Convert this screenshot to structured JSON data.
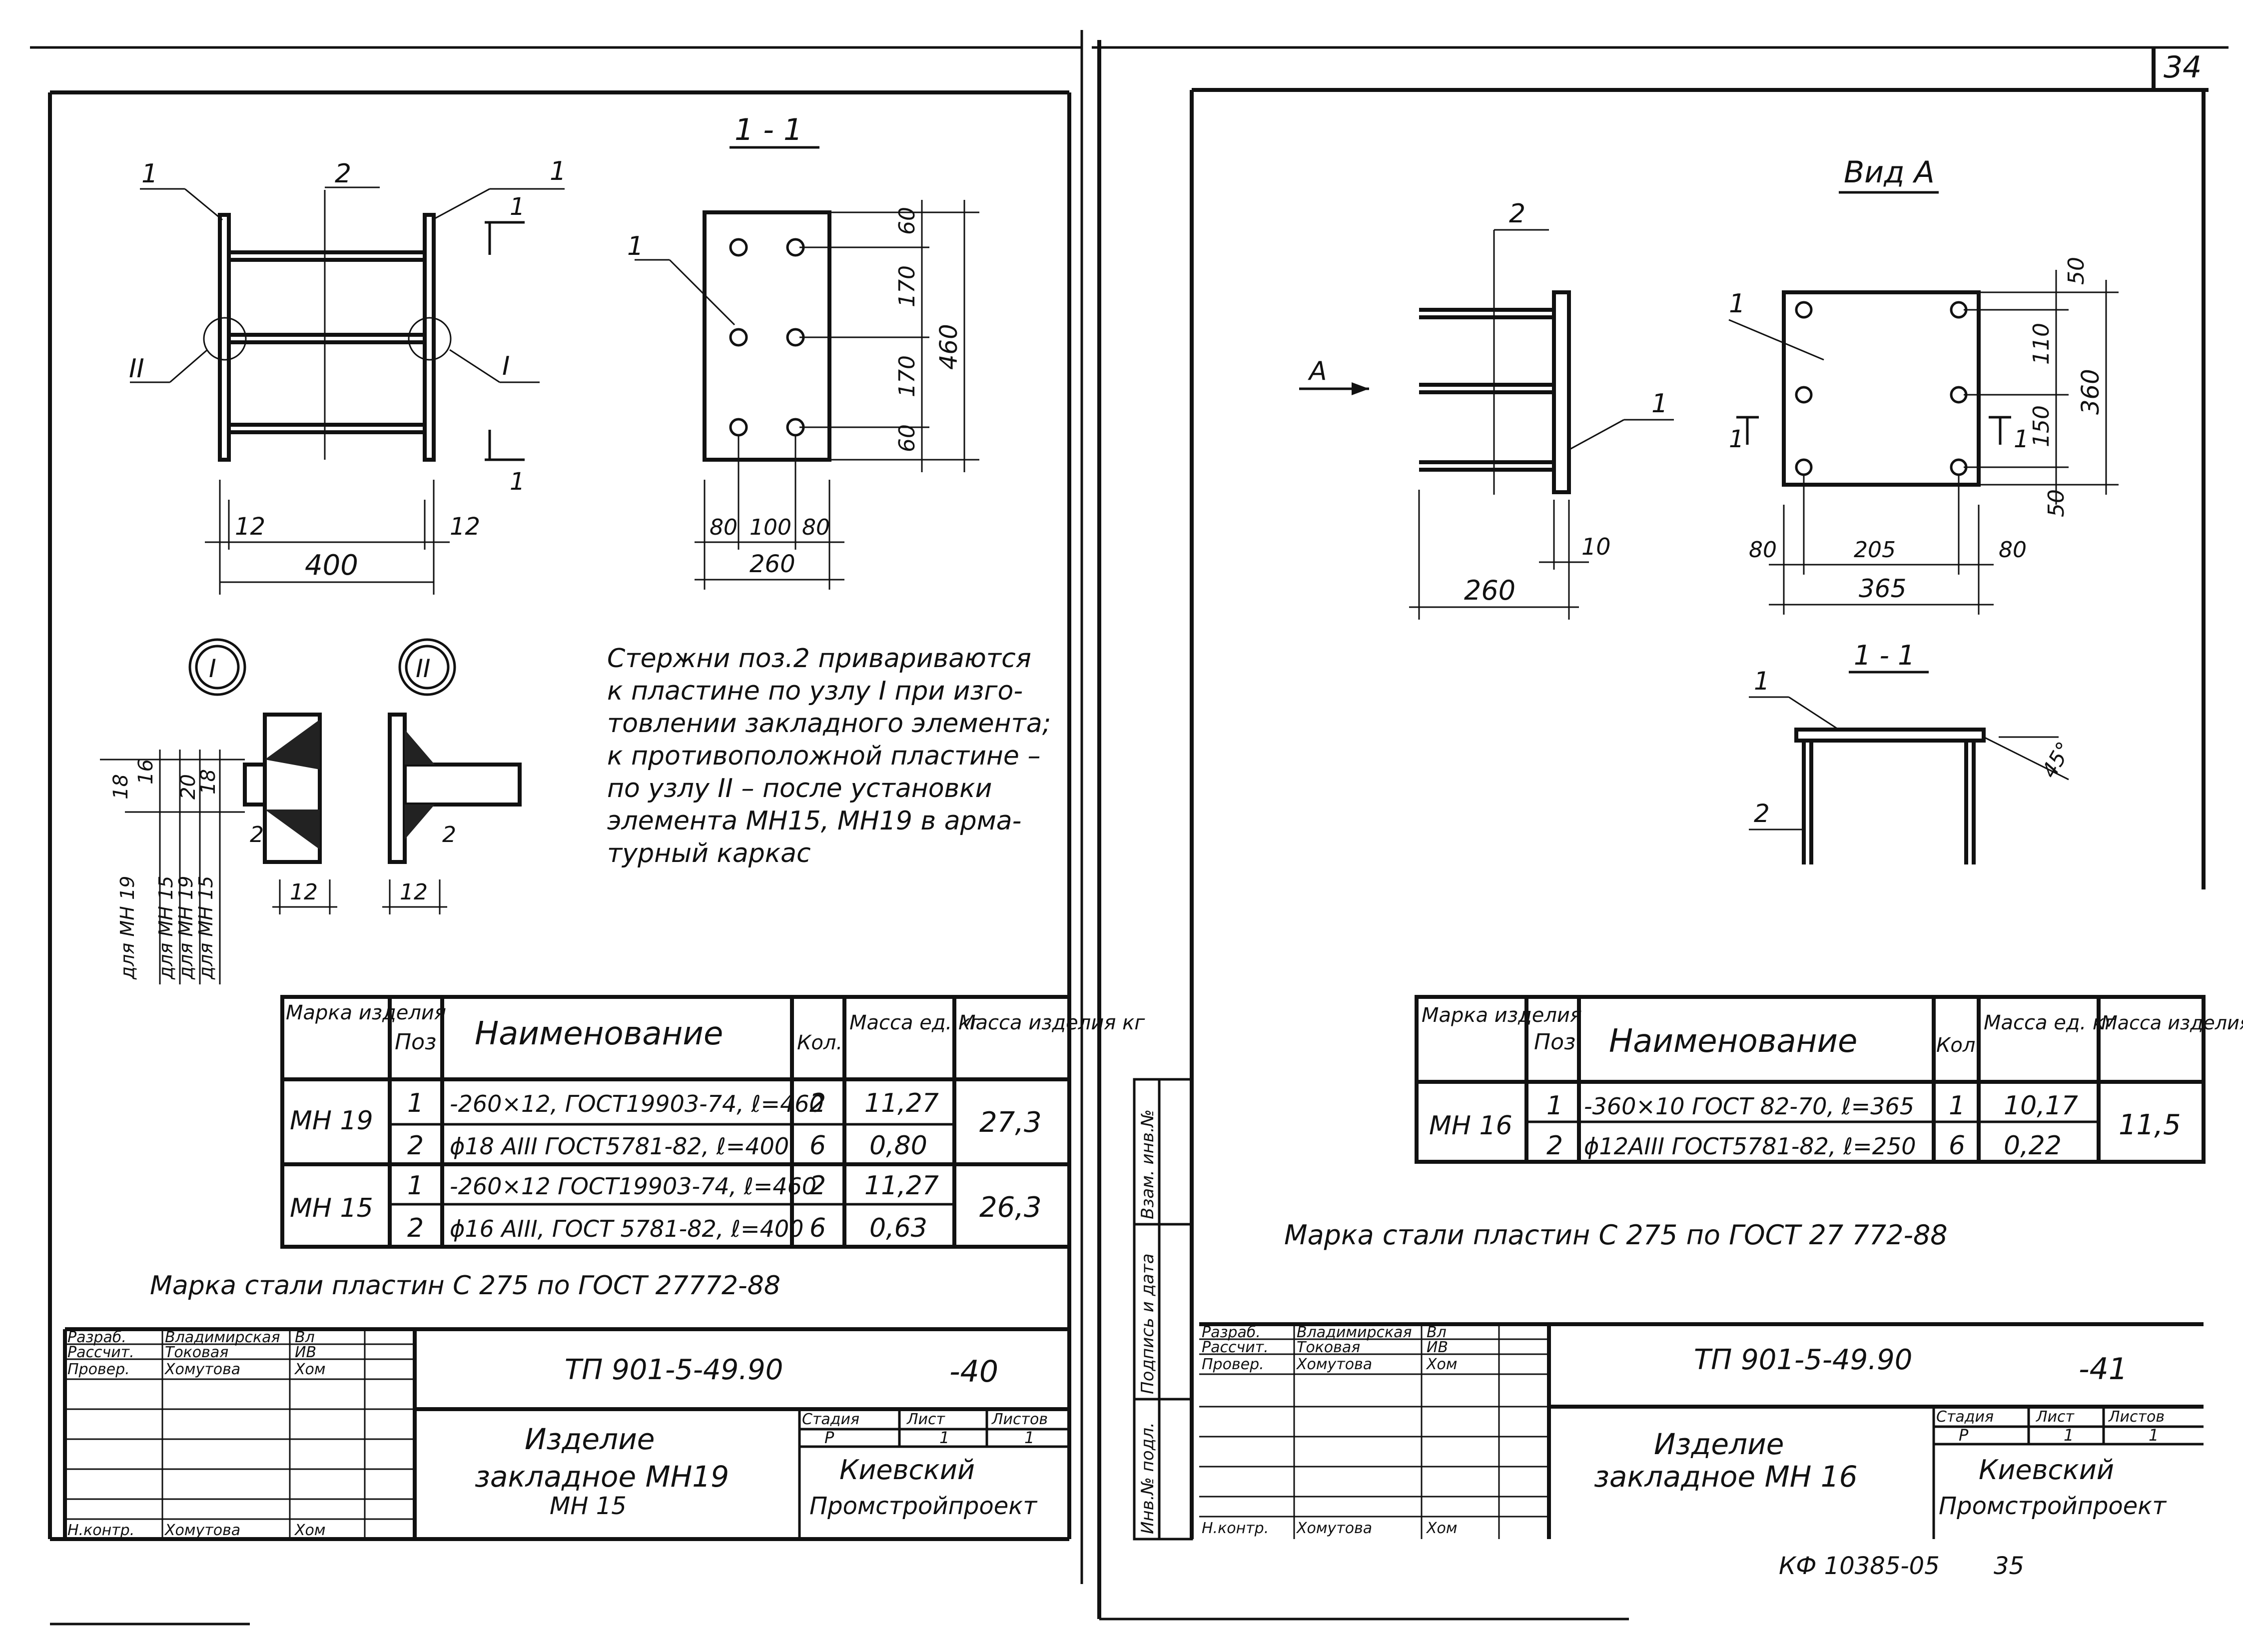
{
  "page_number": "34",
  "sheet_left": {
    "section_label": "1 - 1",
    "pos_labels": {
      "left_plate": "1",
      "bar": "2",
      "right_plate": "1",
      "section_pos": "1"
    },
    "section_mark": "1",
    "node_labels": {
      "left": "II",
      "right": "I"
    },
    "dims_plan": {
      "plate_t_left": "12",
      "plate_t_right": "12",
      "width": "400"
    },
    "dims_section": {
      "top": "60",
      "mid1": "170",
      "mid2": "170",
      "bottom": "60",
      "total": "460",
      "w1": "80",
      "w2": "100",
      "w3": "80",
      "total_w": "260"
    },
    "node_details": {
      "node1_label": "I",
      "node2_label": "II",
      "weld": "2",
      "thick": "12",
      "heights": [
        "18",
        "16",
        "20",
        "18"
      ],
      "notes": [
        "для МН 19",
        "для МН 15",
        "для МН 19",
        "для МН 15"
      ]
    },
    "note_text": [
      "Стержни поз.2  привариваются",
      "к пластине  по узлу I  при изго-",
      "товлении  закладного  элемента;",
      "к  противоположной  пластине –",
      "по узлу II – после  установки",
      "элемента  МН15, МН19  в арма-",
      "турный  каркас"
    ],
    "spec_headers": [
      "Марка изделия",
      "Поз",
      "Наименование",
      "Кол.",
      "Масса ед. кг",
      "Масса изделия кг"
    ],
    "spec_rows": [
      {
        "mark": "МН 19",
        "pos": "1",
        "name": "-260×12, ГОСТ19903-74, ℓ=460",
        "qty": "2",
        "unit": "11,27",
        "total": "27,3"
      },
      {
        "mark": "",
        "pos": "2",
        "name": "ϕ18 AIII ГОСТ5781-82, ℓ=400",
        "qty": "6",
        "unit": "0,80",
        "total": ""
      },
      {
        "mark": "МН 15",
        "pos": "1",
        "name": "-260×12 ГОСТ19903-74, ℓ=460",
        "qty": "2",
        "unit": "11,27",
        "total": "26,3"
      },
      {
        "mark": "",
        "pos": "2",
        "name": "ϕ16 AIII, ГОСТ 5781-82, ℓ=400",
        "qty": "6",
        "unit": "0,63",
        "total": ""
      }
    ],
    "steel_note": "Марка  стали  пластин   С 275   по  ГОСТ 27772-88",
    "title_block": {
      "roles": [
        "Разраб.",
        "Рассчит.",
        "Провер.",
        "",
        "",
        "",
        "Н.контр."
      ],
      "names": [
        "Владимирская",
        "Токовая",
        "Хомутова",
        "",
        "",
        "",
        "Хомутова"
      ],
      "signs": [
        "Вл",
        "ИВ",
        "Хом",
        "",
        "",
        "",
        "Хом"
      ],
      "doc_code": "ТП 901-5-49.90",
      "doc_suffix": "-40",
      "stage_headers": [
        "Стадия",
        "Лист",
        "Листов"
      ],
      "stage_values": [
        "Р",
        "1",
        "1"
      ],
      "title_lines": [
        "Изделие",
        "закладное   МН19",
        "МН 15"
      ],
      "org_lines": [
        "Киевский",
        "Промстройпроект"
      ]
    }
  },
  "sheet_right": {
    "view_label": "Вид А",
    "arrow_label": "А",
    "pos_labels": {
      "bar": "2",
      "plate": "1",
      "plate_view": "1"
    },
    "section_marks": [
      "1",
      "1"
    ],
    "dims_side": {
      "plate_t": "10",
      "length": "260"
    },
    "dims_view": {
      "top": "50",
      "mid1": "110",
      "mid2": "150",
      "bottom": "50",
      "total": "360",
      "w1": "80",
      "w2": "205",
      "w3": "80",
      "total_w": "365"
    },
    "section_label": "1 - 1",
    "section_pos": {
      "plate": "1",
      "bar": "2",
      "angle": "45°"
    },
    "spec_headers": [
      "Марка изделия",
      "Поз",
      "Наименование",
      "Кол.",
      "Масса ед. кг",
      "Масса изделия кг"
    ],
    "spec_rows": [
      {
        "mark": "МН 16",
        "pos": "1",
        "name": "-360×10 ГОСТ 82-70, ℓ=365",
        "qty": "1",
        "unit": "10,17",
        "total": "11,5"
      },
      {
        "mark": "",
        "pos": "2",
        "name": "ϕ12AIII ГОСТ5781-82, ℓ=250",
        "qty": "6",
        "unit": "0,22",
        "total": ""
      }
    ],
    "steel_note": "Марка   стали   пластин   С 275   по   ГОСТ 27 772-88",
    "side_stamp": [
      "Взам. инв.№",
      "Подпись и дата",
      "Инв.№ подл."
    ],
    "title_block": {
      "roles": [
        "Разраб.",
        "Рассчит.",
        "Провер.",
        "",
        "",
        "",
        "Н.контр."
      ],
      "names": [
        "Владимирская",
        "Токовая",
        "Хомутова",
        "",
        "",
        "",
        "Хомутова"
      ],
      "signs": [
        "Вл",
        "ИВ",
        "Хом",
        "",
        "",
        "",
        "Хом"
      ],
      "doc_code": "ТП 901-5-49.90",
      "doc_suffix": "-41",
      "stage_headers": [
        "Стадия",
        "Лист",
        "Листов"
      ],
      "stage_values": [
        "Р",
        "1",
        "1"
      ],
      "title_lines": [
        "Изделие",
        "закладное  МН 16"
      ],
      "org_lines": [
        "Киевский",
        "Промстройпроект"
      ]
    },
    "footer_code": "КФ 10385-05",
    "footer_page": "35"
  }
}
